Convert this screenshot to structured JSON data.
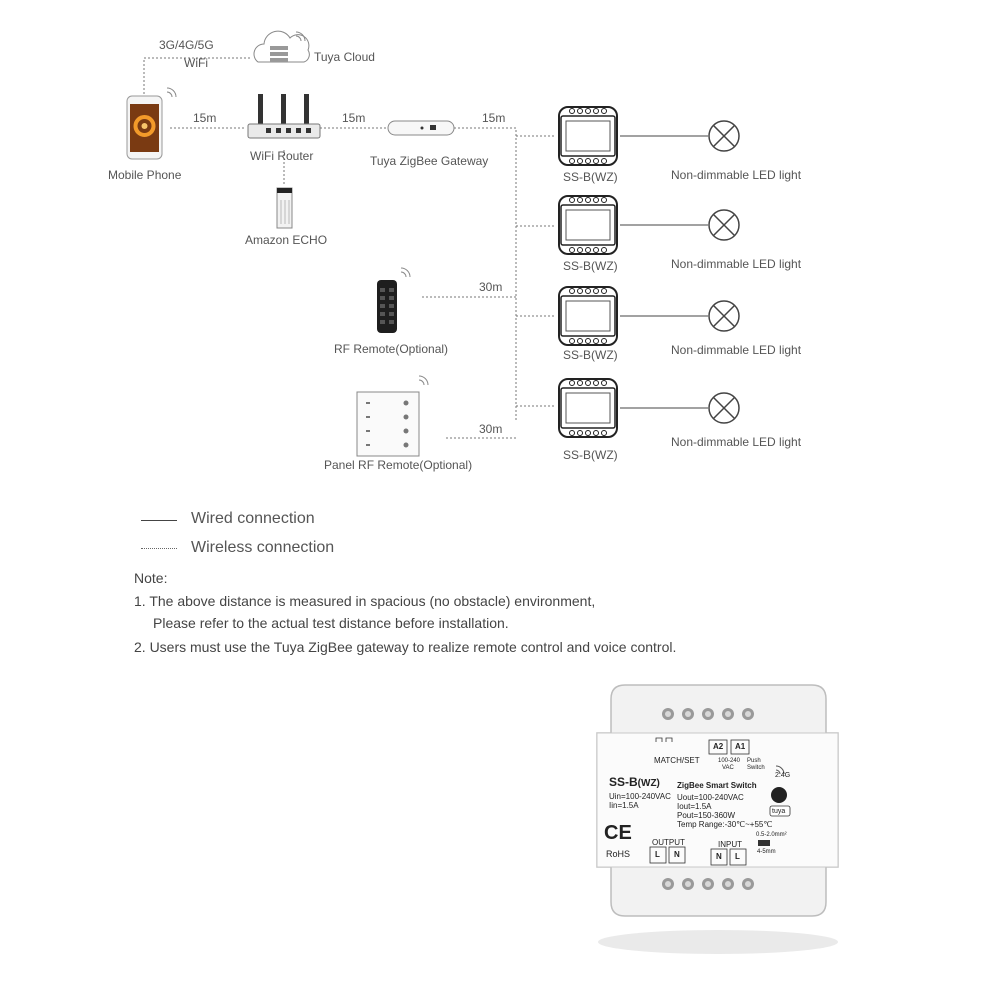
{
  "devices": {
    "mobile_phone": "Mobile Phone",
    "wifi_router": "WiFi Router",
    "tuya_cloud": "Tuya Cloud",
    "network": "3G/4G/5G",
    "wifi": "WiFi",
    "gateway": "Tuya ZigBee Gateway",
    "echo": "Amazon ECHO",
    "rf_remote": "RF Remote(Optional)",
    "panel_remote": "Panel RF Remote(Optional)",
    "switch_label": "SS-B(WZ)",
    "light_label": "Non-dimmable LED light"
  },
  "distances": {
    "phone_router": "15m",
    "router_gateway": "15m",
    "gateway_switch": "15m",
    "rf_remote": "30m",
    "panel_remote": "30m"
  },
  "legend": {
    "wired": "Wired connection",
    "wireless": "Wireless connection"
  },
  "notes": {
    "title": "Note:",
    "line1": "1. The above distance is measured in spacious (no obstacle) environment,",
    "line1b": "Please refer to the actual test distance before installation.",
    "line2": "2. Users must use the Tuya ZigBee gateway to realize remote control and voice control."
  },
  "product": {
    "match_set": "MATCH/SET",
    "a2": "A2",
    "a1": "A1",
    "vac": "100-240",
    "vac2": "VAC",
    "push": "Push",
    "switch": "Switch",
    "freq": "2.4G",
    "model": "SS-B",
    "model_suffix": "(WZ)",
    "name": "ZigBee Smart Switch",
    "uin": "Uin=100-240VAC",
    "iin": "Iin=1.5A",
    "uout": "Uout=100-240VAC",
    "iout": "Iout=1.5A",
    "pout": "Pout=150-360W",
    "temp": "Temp Range:-30℃~+55℃",
    "output": "OUTPUT",
    "input": "INPUT",
    "l": "L",
    "n": "N",
    "ce": "CE",
    "rohs": "RoHS",
    "tuya": "tuya",
    "wire_size": "0.5-2.0mm²",
    "strip": "4-5mm"
  }
}
